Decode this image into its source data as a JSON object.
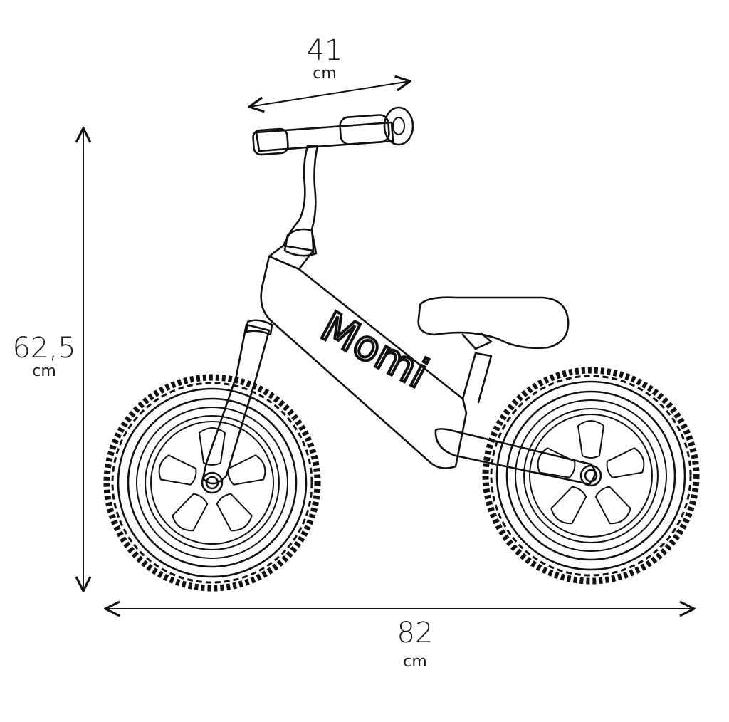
{
  "dimensions": {
    "width": {
      "value": "82",
      "unit": "cm"
    },
    "height": {
      "value": "62,5",
      "unit": "cm"
    },
    "handlebar": {
      "value": "41",
      "unit": "cm"
    }
  },
  "brand": {
    "logo_text": "Momi"
  },
  "colors": {
    "line": "#111111",
    "background": "#ffffff"
  }
}
